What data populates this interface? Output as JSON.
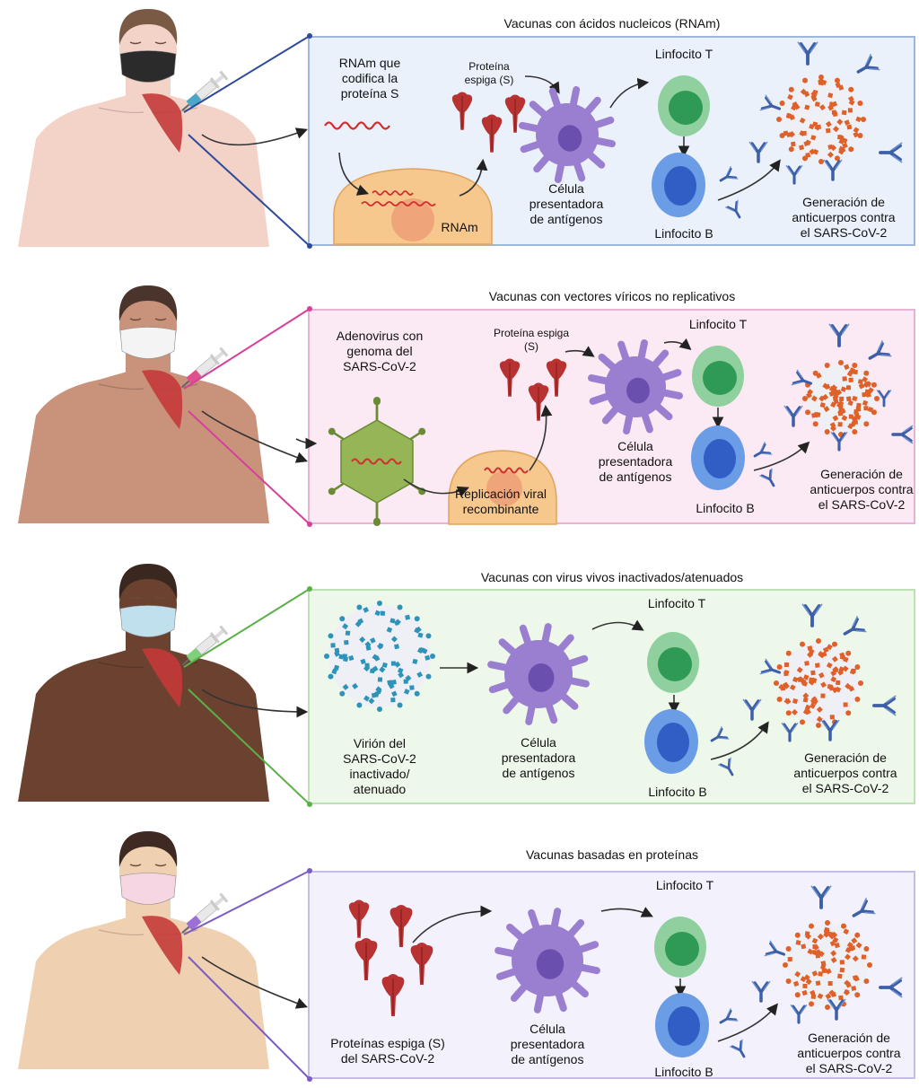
{
  "figure": {
    "panels": [
      {
        "id": "mrna",
        "title": "Vacunas con ácidos nucleicos (RNAm)",
        "accent": "#2e4a9a",
        "box_fill": "#eaf1fb",
        "box_border": "#9db6de",
        "person": {
          "skin": "#f3d2c8",
          "hair": "#7a5a45",
          "mask": "#2b2b2b",
          "syringe_tip": "#4aa7c8"
        },
        "labels": {
          "input": "RNAm que\ncodifica la\nproteína S",
          "spike": "Proteína\nespiga (S)",
          "cell_inner": "RNAm",
          "apc": "Célula\npresentadora\nde antígenos",
          "t_cell": "Linfocito T",
          "b_cell": "Linfocito B",
          "result": "Generación de\nanticuerpos contra\nel SARS-CoV-2"
        }
      },
      {
        "id": "viral-vector",
        "title": "Vacunas con vectores víricos no replicativos",
        "accent": "#d6409a",
        "box_fill": "#fbe9f3",
        "box_border": "#e8b3d2",
        "person": {
          "skin": "#c9927a",
          "hair": "#4a342c",
          "mask": "#f4f4f4",
          "syringe_tip": "#e0508f"
        },
        "labels": {
          "input": "Adenovirus con\ngenoma del\nSARS-CoV-2",
          "spike": "Proteína espiga\n(S)",
          "cell_inner": "Replicación viral\nrecombinante",
          "apc": "Célula\npresentadora\nde antígenos",
          "t_cell": "Linfocito T",
          "b_cell": "Linfocito B",
          "result": "Generación de\nanticuerpos contra\nel SARS-CoV-2"
        }
      },
      {
        "id": "inactivated",
        "title": "Vacunas con virus vivos inactivados/atenuados",
        "accent": "#5cb04a",
        "box_fill": "#eef8ea",
        "box_border": "#bfe0b2",
        "person": {
          "skin": "#6b4130",
          "hair": "#3a2820",
          "mask": "#bfe0ec",
          "syringe_tip": "#7ed07a"
        },
        "labels": {
          "input": "Virión del\nSARS-CoV-2\ninactivado/\natenuado",
          "apc": "Célula\npresentadora\nde antígenos",
          "t_cell": "Linfocito T",
          "b_cell": "Linfocito B",
          "result": "Generación de\nanticuerpos contra\nel SARS-CoV-2"
        }
      },
      {
        "id": "protein",
        "title": "Vacunas basadas en proteínas",
        "accent": "#7b5cc4",
        "box_fill": "#f3f1fb",
        "box_border": "#c7bce8",
        "person": {
          "skin": "#efd0b0",
          "hair": "#3e2a22",
          "mask": "#f7d6e3",
          "syringe_tip": "#9b6fd6"
        },
        "labels": {
          "input": "Proteínas espiga (S)\ndel SARS-CoV-2",
          "apc": "Célula\npresentadora\nde antígenos",
          "t_cell": "Linfocito T",
          "b_cell": "Linfocito B",
          "result": "Generación de\nanticuerpos contra\nel SARS-CoV-2"
        }
      }
    ],
    "colors": {
      "apc": "#9a7fd0",
      "apc_nucleus": "#6a4fae",
      "t_cell": "#8fd09e",
      "t_nucleus": "#2f9a55",
      "b_cell": "#6a9de6",
      "b_nucleus": "#2f5fc4",
      "spike": "#b83232",
      "antibody": "#3d5fa8",
      "virus_spike": "#e0602a",
      "host_cell": "#f6c88e",
      "host_nucleus": "#f0a47a",
      "rna": "#cf3030",
      "adenovirus": "#95b556",
      "inactivated_spike": "#2e93b8"
    }
  }
}
